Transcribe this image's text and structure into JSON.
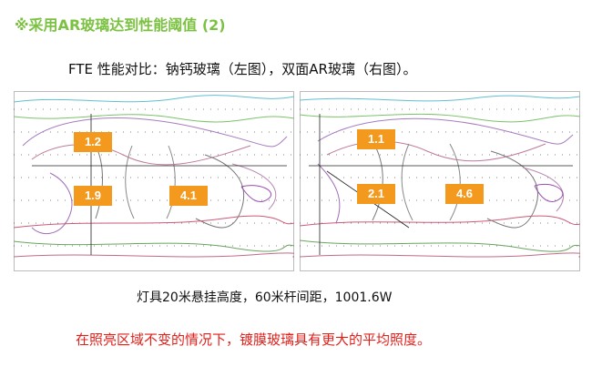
{
  "heading": "※采用AR玻璃达到性能阈值 (2)",
  "subtitle": "FTE 性能对比：钠钙玻璃（左图），双面AR玻璃（右图）。",
  "left_panel": {
    "badges": [
      "1.2",
      "1.9",
      "4.1"
    ]
  },
  "right_panel": {
    "badges": [
      "1.1",
      "2.1",
      "4.6"
    ]
  },
  "caption": "灯具20米悬挂高度，60米杆间距，1001.6W",
  "conclusion": "在照亮区域不变的情况下，镀膜玻璃具有更大的平均照度。",
  "colors": {
    "heading": "#7cc242",
    "badge": "#f39a1e",
    "conclusion": "#e0201b"
  }
}
